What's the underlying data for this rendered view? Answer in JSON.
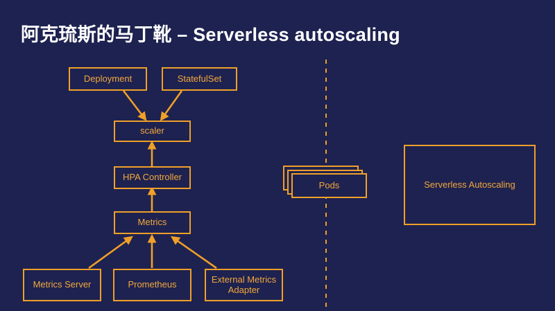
{
  "slide": {
    "background_color": "#1e2250",
    "accent_color": "#f0a028",
    "text_color": "#f2a83c",
    "title_color": "#ffffff",
    "title": "阿克琉斯的马丁靴 – Serverless autoscaling"
  },
  "diagram": {
    "nodes": {
      "deployment": {
        "label": "Deployment"
      },
      "statefulset": {
        "label": "StatefulSet"
      },
      "scaler": {
        "label": "scaler"
      },
      "hpa_controller": {
        "label": "HPA Controller"
      },
      "metrics": {
        "label": "Metrics"
      },
      "metrics_server": {
        "label": "Metrics Server"
      },
      "prometheus": {
        "label": "Prometheus"
      },
      "external_metrics_adapter": {
        "label": "External Metrics Adapter"
      },
      "pods": {
        "label": "Pods"
      },
      "serverless_autoscaling": {
        "label": "Serverless  Autoscaling"
      }
    },
    "edges": [
      {
        "from": "deployment",
        "to": "scaler",
        "style": "solid-arrow"
      },
      {
        "from": "statefulset",
        "to": "scaler",
        "style": "solid-arrow"
      },
      {
        "from": "hpa_controller",
        "to": "scaler",
        "style": "solid-arrow"
      },
      {
        "from": "metrics",
        "to": "hpa_controller",
        "style": "solid-arrow"
      },
      {
        "from": "metrics_server",
        "to": "metrics",
        "style": "solid-arrow"
      },
      {
        "from": "prometheus",
        "to": "metrics",
        "style": "solid-arrow"
      },
      {
        "from": "external_metrics_adapter",
        "to": "metrics",
        "style": "solid-arrow"
      }
    ],
    "divider": {
      "style": "dashed-vertical"
    }
  }
}
